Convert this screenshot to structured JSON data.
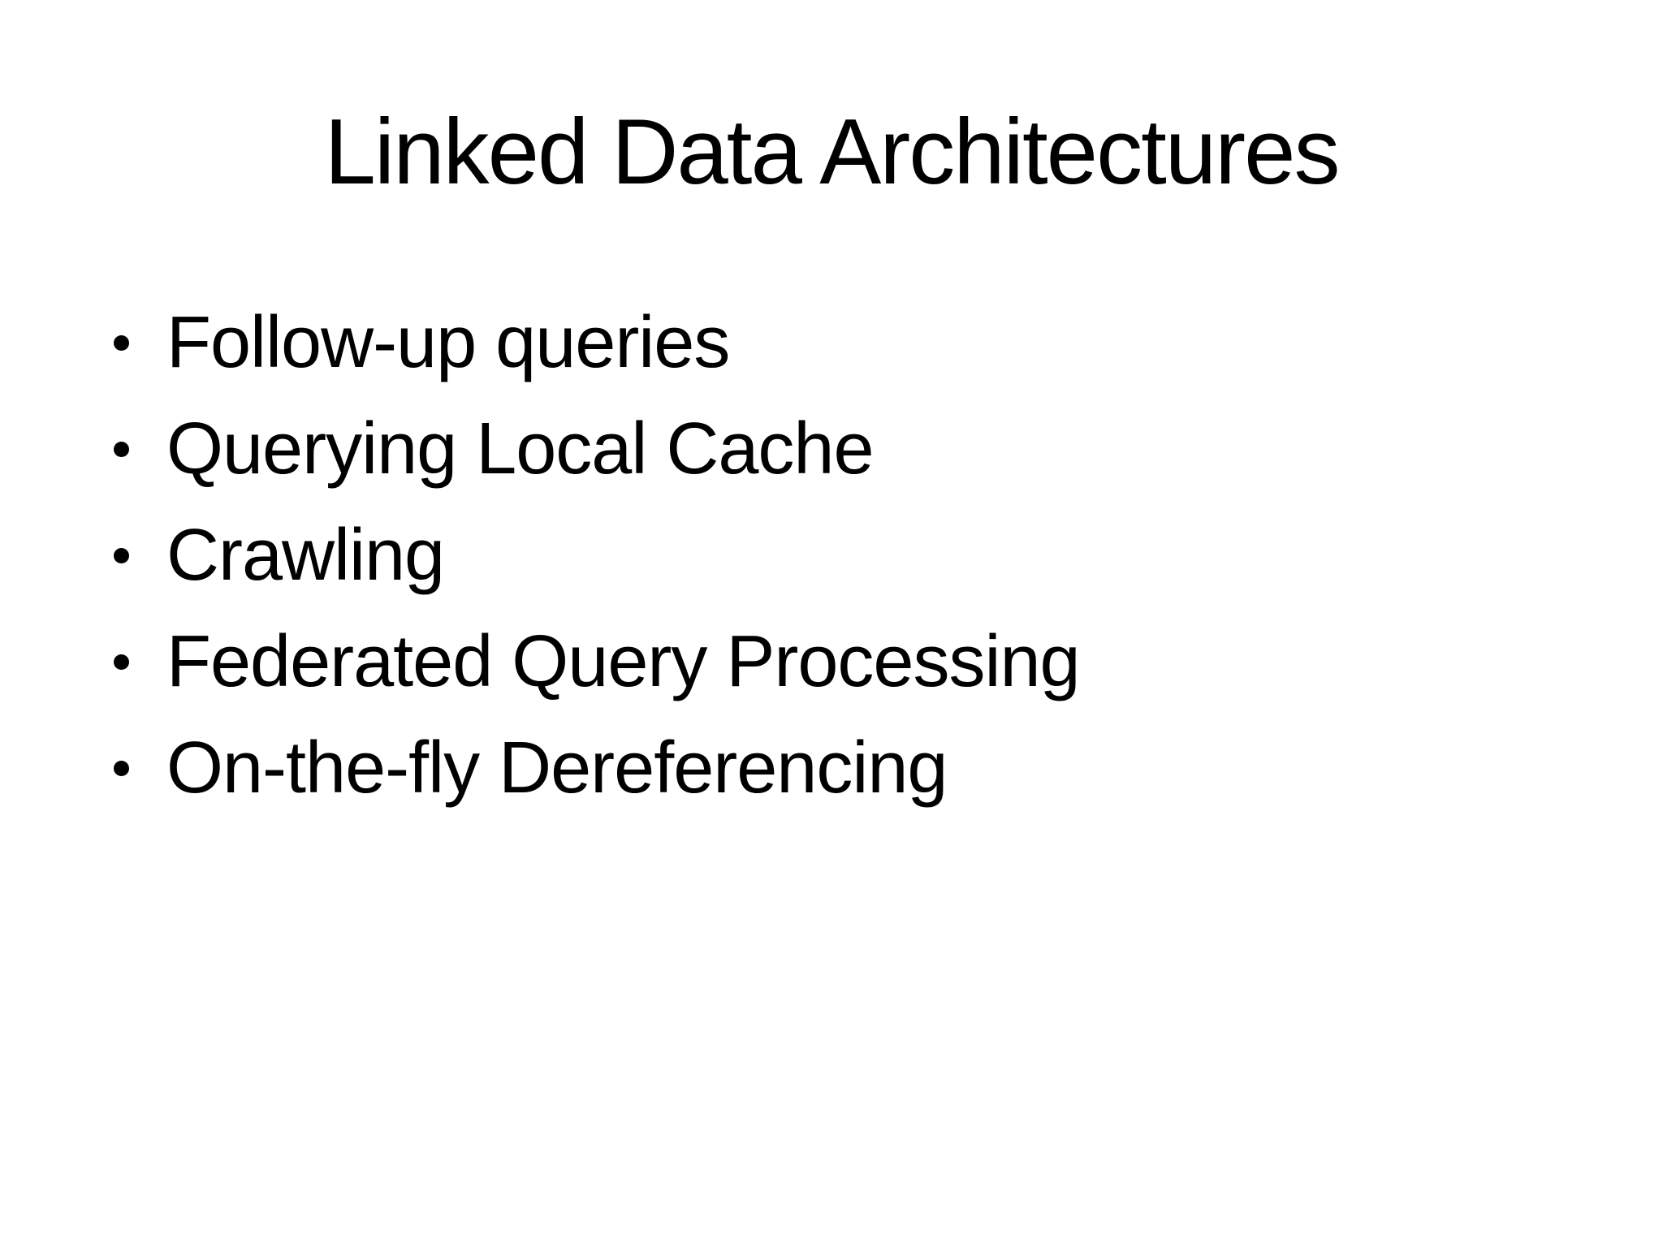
{
  "slide": {
    "title": "Linked Data Architectures",
    "bullets": [
      "Follow-up queries",
      "Querying Local Cache",
      "Crawling",
      "Federated Query Processing",
      "On-the-fly Dereferencing"
    ]
  },
  "colors": {
    "background": "#ffffff",
    "text": "#000000"
  }
}
